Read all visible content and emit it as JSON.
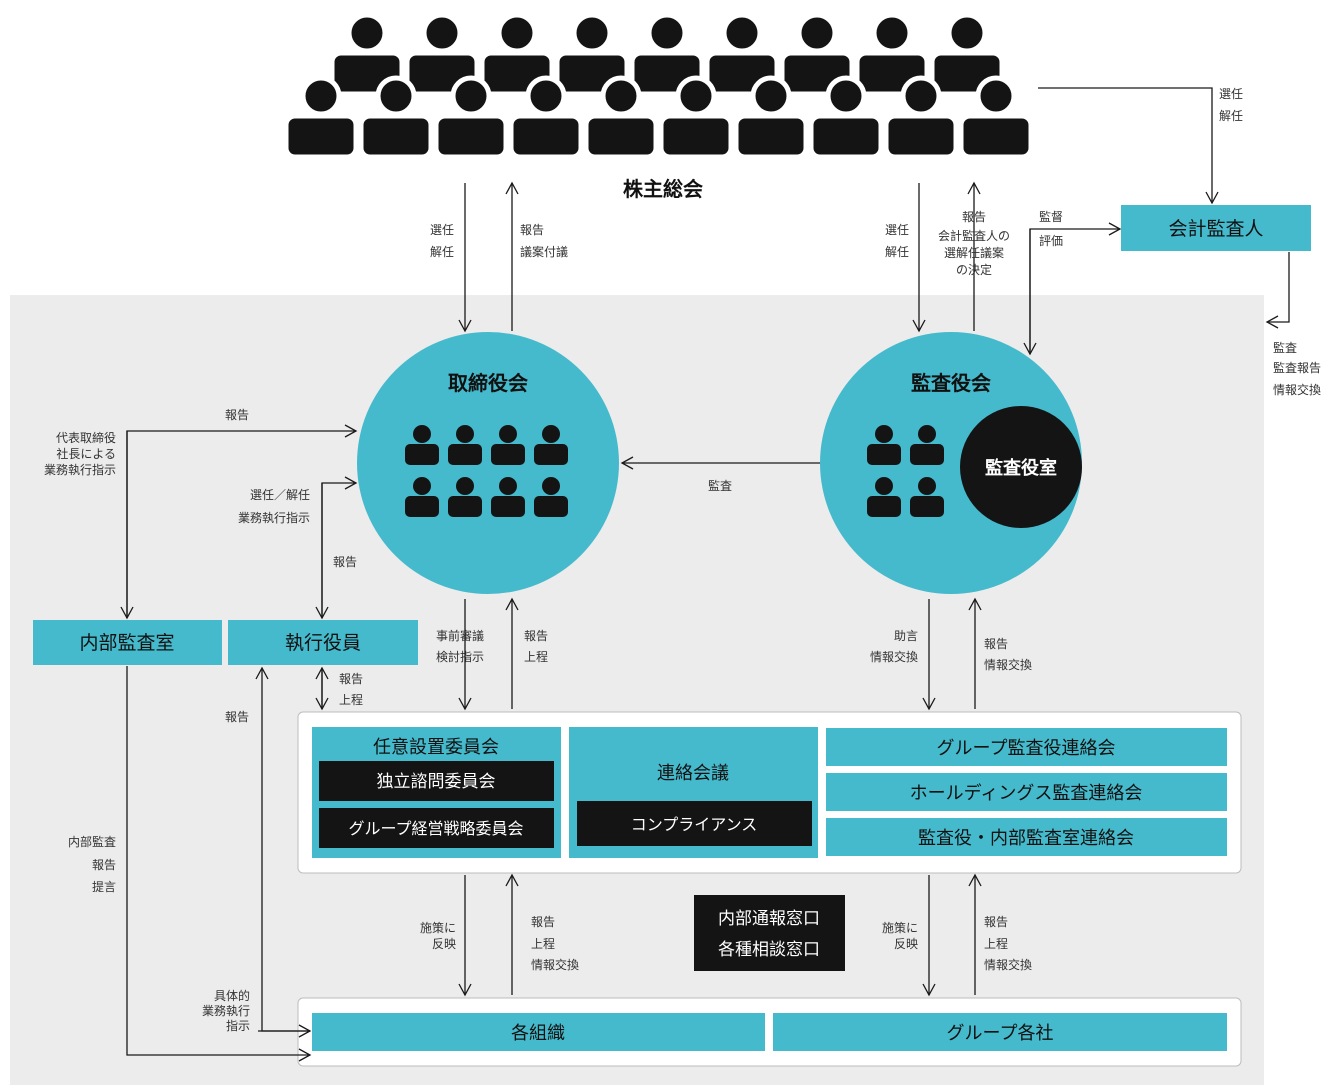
{
  "colors": {
    "teal": "#45BACC",
    "black": "#141414",
    "panel": "#ECECEC"
  },
  "nodes": {
    "shareholders": "株主総会",
    "board": "取締役会",
    "audit_board": "監査役会",
    "audit_office": "監査役室",
    "accounting_auditor": "会計監査人",
    "internal_audit": "内部監査室",
    "executive_officers": "執行役員",
    "voluntary_committee": "任意設置委員会",
    "independent_committee": "独立諮問委員会",
    "group_strategy_committee": "グループ経営戦略委員会",
    "liaison_meeting": "連絡会議",
    "compliance": "コンプライアンス",
    "group_auditor_liaison": "グループ監査役連絡会",
    "holdings_audit_liaison": "ホールディングス監査連絡会",
    "auditor_internal_liaison": "監査役・内部監査室連絡会",
    "whistleblow_1": "内部通報窓口",
    "whistleblow_2": "各種相談窓口",
    "organizations": "各組織",
    "group_companies": "グループ各社"
  },
  "labels": {
    "gm_board_elect": [
      "選任",
      "解任"
    ],
    "board_gm_report": [
      "報告",
      "議案付議"
    ],
    "gm_audit_elect": [
      "選任",
      "解任"
    ],
    "audit_gm_report": [
      "報告",
      "会計監査人の",
      "選解任議案",
      "の決定"
    ],
    "gm_acc_elect": [
      "選任",
      "解任"
    ],
    "audit_acc_supervise": [
      "監督",
      "評価"
    ],
    "acc_audit_report": [
      "監査",
      "監査報告",
      "情報交換"
    ],
    "board_report_top": "報告",
    "president_exec": [
      "代表取締役",
      "社長による",
      "業務執行指示"
    ],
    "exec_elect": [
      "選任／解任",
      "業務執行指示"
    ],
    "exec_report": "報告",
    "audit_board": "監査",
    "board_committee": [
      "事前審議",
      "検討指示"
    ],
    "committee_board": [
      "報告",
      "上程"
    ],
    "exec_committee": [
      "報告",
      "上程"
    ],
    "audit_liaison_down": [
      "助言",
      "情報交換"
    ],
    "liaison_audit_up": [
      "報告",
      "情報交換"
    ],
    "org_exec_report": "報告",
    "internal_audit_report": [
      "内部監査",
      "報告",
      "提言"
    ],
    "measures_left": [
      "施策に",
      "反映"
    ],
    "report_left_up": [
      "報告",
      "上程",
      "情報交換"
    ],
    "measures_right": [
      "施策に",
      "反映"
    ],
    "report_right_up": [
      "報告",
      "上程",
      "情報交換"
    ],
    "exec_specific": [
      "具体的",
      "業務執行",
      "指示"
    ]
  }
}
